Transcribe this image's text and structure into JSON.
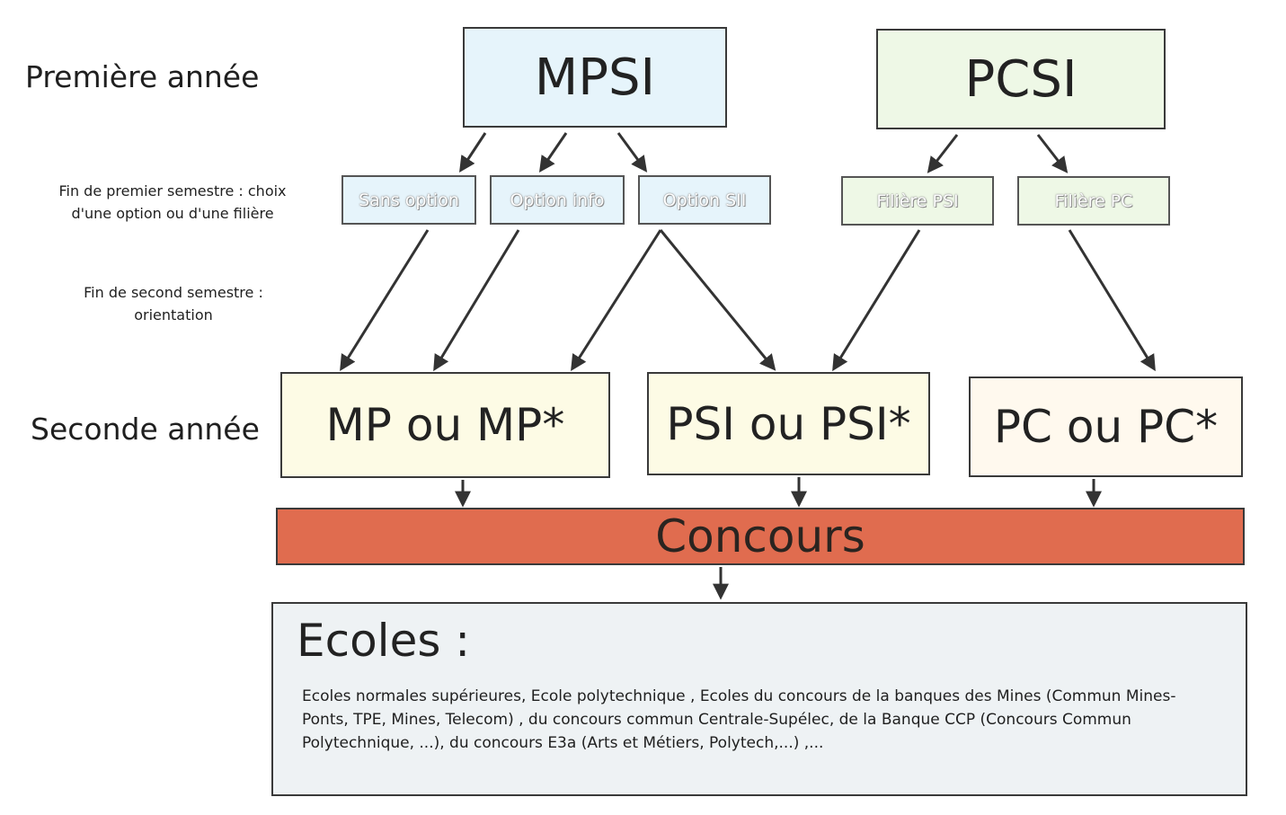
{
  "labels": {
    "premiere": "Première année",
    "fin_premier": "Fin de premier semestre : choix d'une option ou d'une filière",
    "fin_second": "Fin de second semestre : orientation",
    "seconde": "Seconde année"
  },
  "boxes": {
    "mpsi": "MPSI",
    "pcsi": "PCSI",
    "sans_option": "Sans option",
    "option_info": "Option info",
    "option_sii": "Option SII",
    "filiere_psi": "Filière PSI",
    "filiere_pc": "Filière PC",
    "mp": "MP ou MP*",
    "psi": "PSI ou PSI*",
    "pc": "PC ou PC*",
    "concours": "Concours"
  },
  "ecoles": {
    "title": "Ecoles :",
    "text": "Ecoles normales supérieures, Ecole polytechnique , Ecoles du concours de la banques des Mines (Commun Mines-Ponts, TPE, Mines, Telecom) , du concours commun Centrale-Supélec, de la Banque CCP (Concours Commun Polytechnique, ...), du concours E3a (Arts et Métiers, Polytech,...) ,..."
  },
  "colors": {
    "first_year_mpsi": "#e6f4fb",
    "first_year_pcsi": "#eef8e6",
    "second_year": "#fdfbe5",
    "concours": "#e06c4f",
    "ecoles": "#eef2f4",
    "arrow": "#333333"
  }
}
